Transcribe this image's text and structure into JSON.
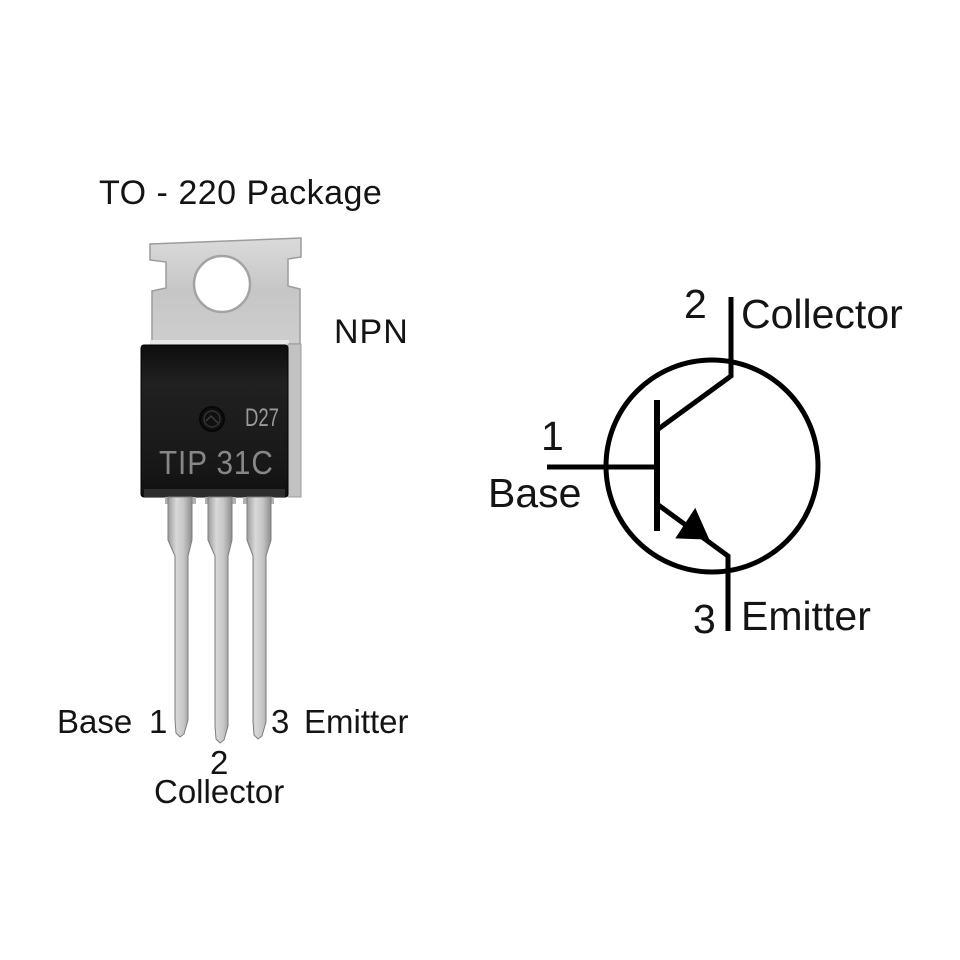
{
  "package": {
    "title": "TO - 220 Package",
    "type_label": "NPN",
    "marking_code": "D27",
    "part_number": "TIP 31C",
    "pins": [
      {
        "number": "1",
        "label": "Base"
      },
      {
        "number": "2",
        "label": "Collector"
      },
      {
        "number": "3",
        "label": "Emitter"
      }
    ]
  },
  "symbol": {
    "pins": [
      {
        "number": "1",
        "label": "Base"
      },
      {
        "number": "2",
        "label": "Collector"
      },
      {
        "number": "3",
        "label": "Emitter"
      }
    ]
  },
  "icons": {
    "chip_logo": "manufacturer-logo-icon"
  },
  "colors": {
    "background": "#ffffff",
    "text": "#141414",
    "metal_tab": "#c9c9c9",
    "plastic_body": "#181818",
    "marking_text": "#8e8e8e",
    "lead_metal": "#c3c3c3",
    "symbol_stroke": "#000000"
  }
}
